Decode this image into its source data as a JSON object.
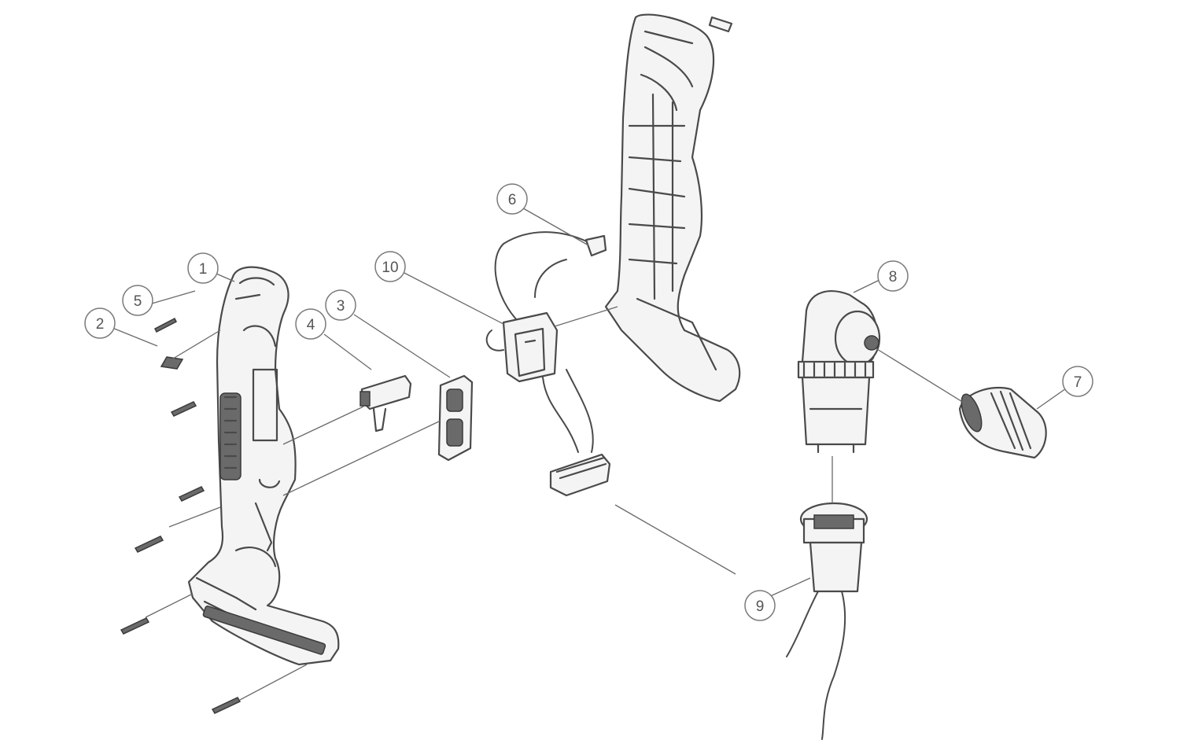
{
  "parts": [
    {
      "id": "housing-half-left",
      "label": "1"
    },
    {
      "id": "pin",
      "label": "2"
    },
    {
      "id": "switch-cover",
      "label": "3"
    },
    {
      "id": "switch-lever",
      "label": "4"
    },
    {
      "id": "screw",
      "label": "5"
    },
    {
      "id": "lamp",
      "label": "6"
    },
    {
      "id": "chuck",
      "label": "7"
    },
    {
      "id": "gear-head",
      "label": "8"
    },
    {
      "id": "motor",
      "label": "9"
    },
    {
      "id": "switch-module",
      "label": "10"
    }
  ]
}
